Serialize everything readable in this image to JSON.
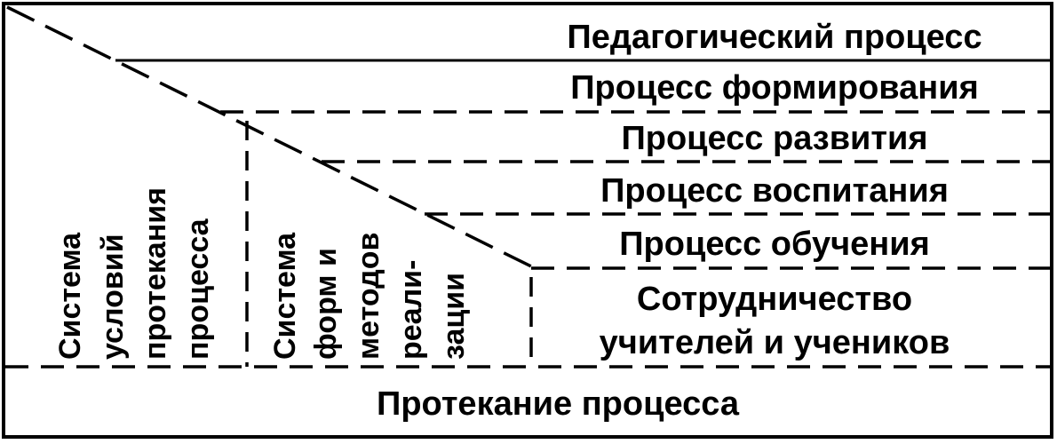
{
  "diagram": {
    "process_levels": [
      "Педагогический процесс",
      "Процесс формирования",
      "Процесс развития",
      "Процесс воспитания",
      "Процесс обучения"
    ],
    "cooperation": {
      "line1": "Сотрудничество",
      "line2": "учителей и учеников"
    },
    "conditions_system": {
      "lines": [
        "Система",
        "условий",
        "протекания",
        "процесса"
      ]
    },
    "forms_methods_system": {
      "lines": [
        "Система",
        "форм и",
        "методов",
        "реали-",
        "зации"
      ]
    },
    "process_flow": "Протекание процесса"
  }
}
